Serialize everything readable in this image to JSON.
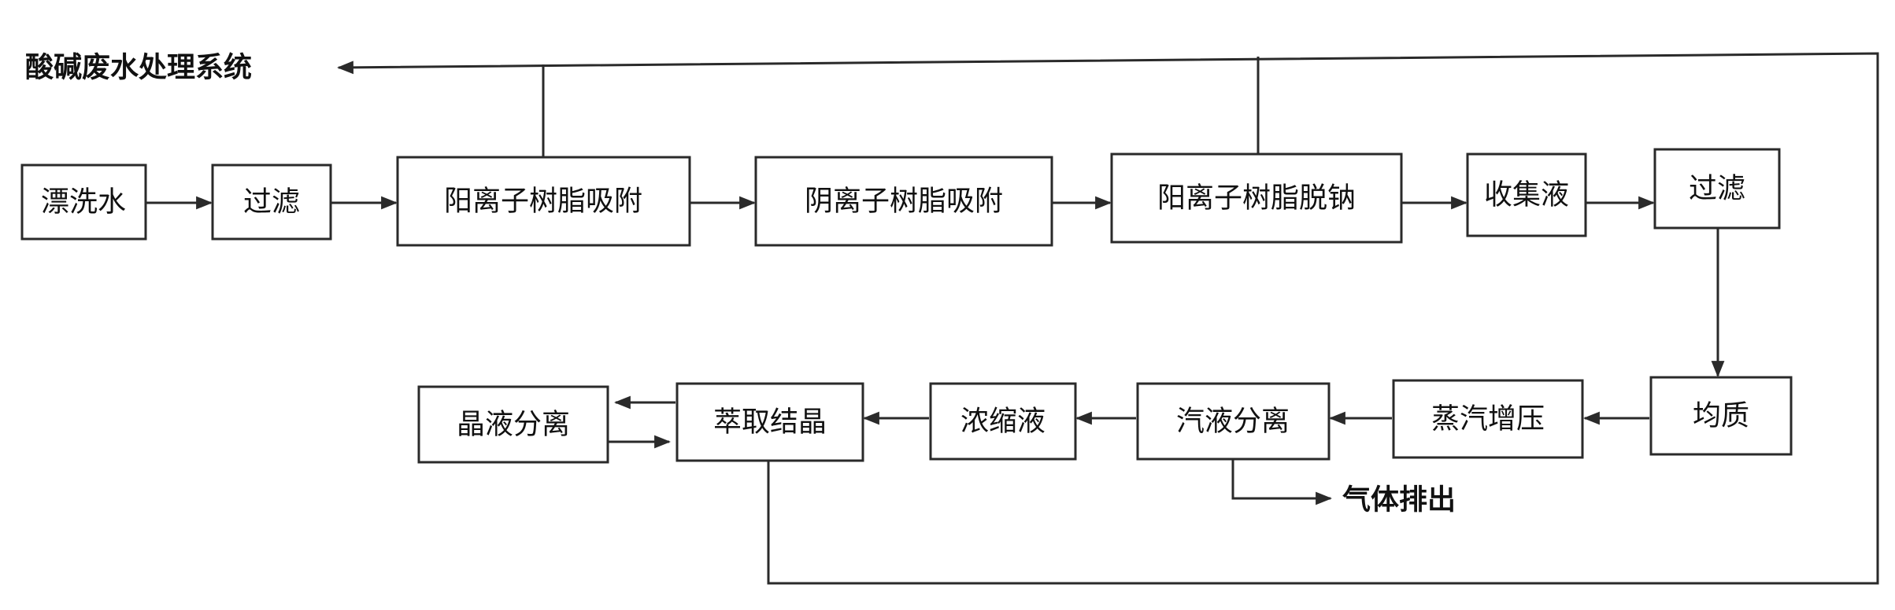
{
  "diagram": {
    "nodes": [
      {
        "id": "rinse_water",
        "label": "漂洗水"
      },
      {
        "id": "filter_1",
        "label": "过滤"
      },
      {
        "id": "cation_adsorb",
        "label": "阳离子树脂吸附"
      },
      {
        "id": "anion_adsorb",
        "label": "阴离子树脂吸附"
      },
      {
        "id": "cation_desorb",
        "label": "阳离子树脂脱钠"
      },
      {
        "id": "collect_liquid",
        "label": "收集液"
      },
      {
        "id": "filter_2",
        "label": "过滤"
      },
      {
        "id": "homogenize",
        "label": "均质"
      },
      {
        "id": "evap_compress",
        "label": "蒸汽增压"
      },
      {
        "id": "gas_liquid_sep",
        "label": "汽液分离"
      },
      {
        "id": "concentrate",
        "label": "浓缩液"
      },
      {
        "id": "extract_crystal",
        "label": "萃取结晶"
      },
      {
        "id": "crystal_sep",
        "label": "晶液分离"
      }
    ],
    "free_labels": {
      "wastewater_system": "酸碱废水处理系统",
      "gas_exhaust": "气体排出"
    },
    "edges": [
      {
        "from": "rinse_water",
        "to": "filter_1"
      },
      {
        "from": "filter_1",
        "to": "cation_adsorb"
      },
      {
        "from": "cation_adsorb",
        "to": "anion_adsorb"
      },
      {
        "from": "anion_adsorb",
        "to": "cation_desorb"
      },
      {
        "from": "cation_desorb",
        "to": "collect_liquid"
      },
      {
        "from": "collect_liquid",
        "to": "filter_2"
      },
      {
        "from": "filter_2",
        "to": "homogenize"
      },
      {
        "from": "homogenize",
        "to": "evap_compress"
      },
      {
        "from": "evap_compress",
        "to": "gas_liquid_sep"
      },
      {
        "from": "gas_liquid_sep",
        "to": "concentrate"
      },
      {
        "from": "concentrate",
        "to": "extract_crystal"
      },
      {
        "from": "extract_crystal",
        "to": "crystal_sep"
      },
      {
        "from": "crystal_sep",
        "to": "extract_crystal"
      },
      {
        "from": "gas_liquid_sep",
        "to": "gas_exhaust"
      },
      {
        "from": "cation_adsorb",
        "to": "wastewater_system"
      },
      {
        "from": "cation_desorb",
        "to": "wastewater_system"
      },
      {
        "from": "extract_crystal",
        "to": "wastewater_system"
      }
    ]
  }
}
